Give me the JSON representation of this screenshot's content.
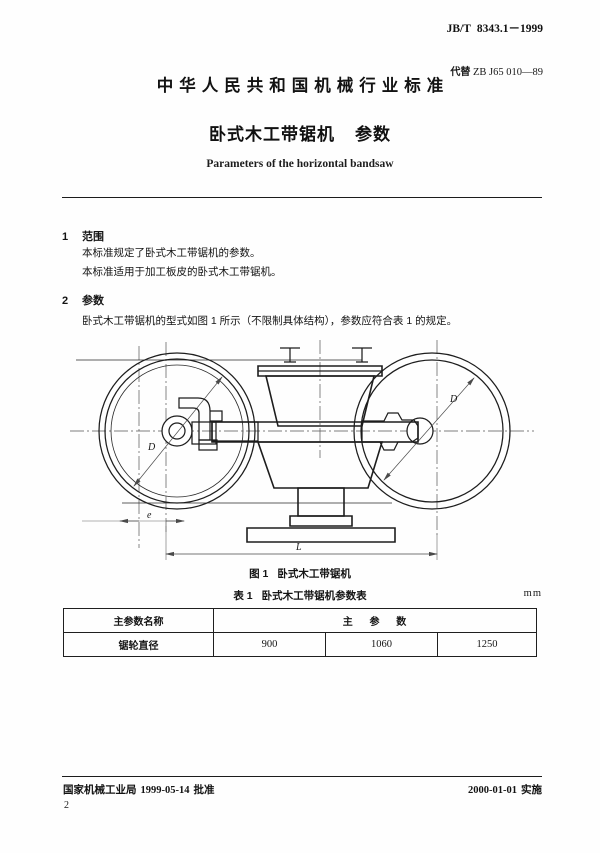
{
  "header": {
    "national_title": "中华人民共和国机械行业标准",
    "doc_title_main": "卧式木工带锯机",
    "doc_title_sub": "参数",
    "english_title": "Parameters of the horizontal bandsaw",
    "standard_number_prefix": "JB/T",
    "standard_number": "8343.1－1999",
    "replaces_label": "代替",
    "replaces_value": "ZB J65 010—89"
  },
  "clauses": [
    {
      "number": "1",
      "heading": "范围",
      "lines": [
        "本标准规定了卧式木工带锯机的参数。",
        "本标准适用于加工板皮的卧式木工带锯机。"
      ]
    },
    {
      "number": "2",
      "heading": "参数",
      "lines": [
        "卧式木工带锯机的型式如图 1 所示（不限制具体结构），参数应符合表 1 的规定。"
      ]
    }
  ],
  "figure": {
    "label": "图 1",
    "title": "卧式木工带锯机",
    "dimension_labels": {
      "wheel_left_diameter": "D",
      "wheel_right_diameter": "D",
      "offset": "e",
      "length": "L"
    }
  },
  "table": {
    "label": "表 1",
    "title": "卧式木工带锯机参数表",
    "unit": "mm",
    "header_col1": "主参数名称",
    "header_col2": "主 参 数",
    "rows": [
      {
        "name": "锯轮直径",
        "values": [
          "900",
          "1060",
          "1250"
        ]
      }
    ]
  },
  "footer": {
    "issuer": "国家机械工业局",
    "approve_date": "1999-05-14",
    "approve_label": "批准",
    "effective_date": "2000-01-01",
    "effective_label": "实施",
    "page_number": "2"
  }
}
